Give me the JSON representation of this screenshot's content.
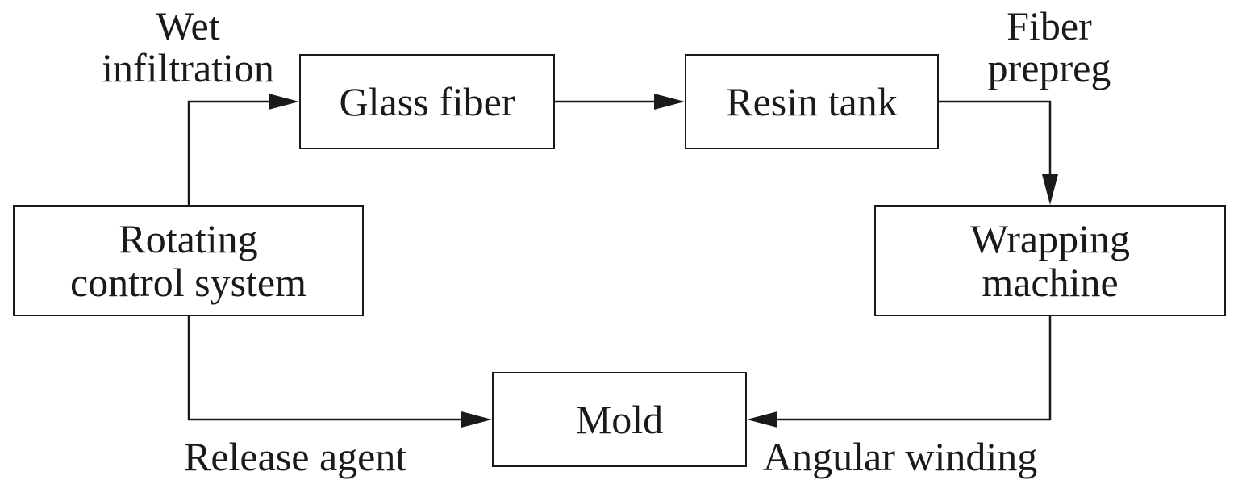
{
  "nodes": {
    "glass_fiber": "Glass fiber",
    "resin_tank": "Resin tank",
    "wrapping_machine": [
      "Wrapping",
      "machine"
    ],
    "rotating_control_system": [
      "Rotating",
      "control system"
    ],
    "mold": "Mold"
  },
  "edge_labels": {
    "wet_infiltration": [
      "Wet",
      "infiltration"
    ],
    "fiber_prepreg": [
      "Fiber",
      "prepreg"
    ],
    "release_agent": "Release agent",
    "angular_winding": "Angular winding"
  }
}
